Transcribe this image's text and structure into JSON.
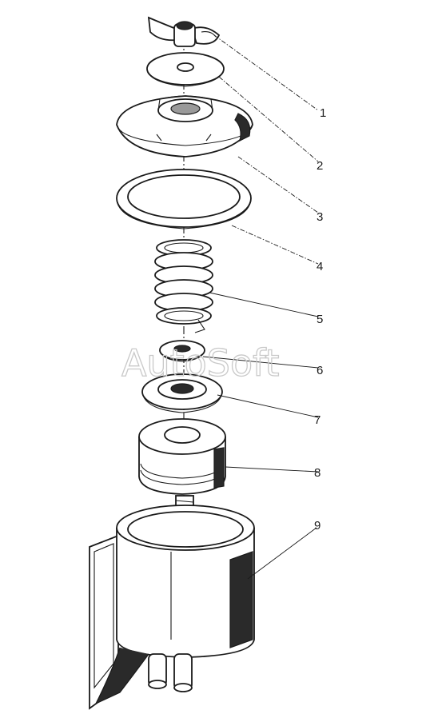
{
  "watermark": "AutoSoft",
  "callouts": [
    {
      "id": "1",
      "label": "1"
    },
    {
      "id": "2",
      "label": "2"
    },
    {
      "id": "3",
      "label": "3"
    },
    {
      "id": "4",
      "label": "4"
    },
    {
      "id": "5",
      "label": "5"
    },
    {
      "id": "6",
      "label": "6"
    },
    {
      "id": "7",
      "label": "7"
    },
    {
      "id": "8",
      "label": "8"
    },
    {
      "id": "9",
      "label": "9"
    }
  ]
}
